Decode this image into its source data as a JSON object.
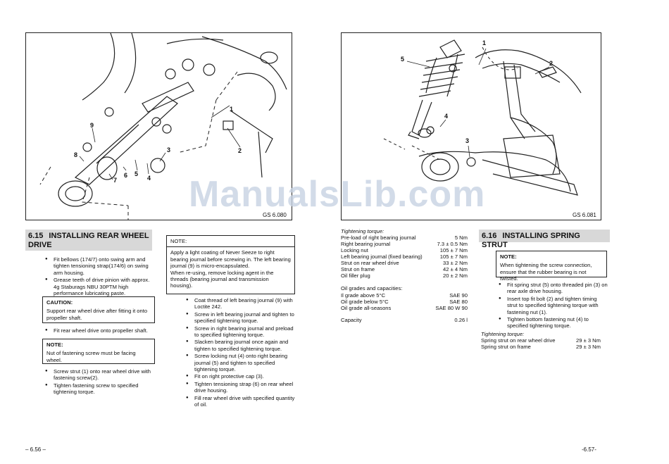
{
  "watermark": "ManualsLib.com",
  "left_page": {
    "figure": {
      "caption": "GS 6.080",
      "callouts": [
        "1",
        "2",
        "3",
        "4",
        "5",
        "6",
        "7",
        "8",
        "9"
      ]
    },
    "section": {
      "number": "6.15",
      "title": "INSTALLING REAR WHEEL DRIVE"
    },
    "col1": {
      "bullets1": [
        "Fit bellows (174/7) onto swing arm and tighten tensioning strap(174/6) on swing arm housing.",
        "Grease teeth of drive pinion with approx. 4g Staburags NBU 30PTM high performance lubricating paste."
      ],
      "caution_title": "CAUTION:",
      "caution_text": "Support rear wheel drive after fitting it onto propeller shaft.",
      "bullets2": [
        "Fit rear wheel drive onto propeller shaft."
      ],
      "note_title": "NOTE:",
      "note_text": "Nut of fastening screw must be facing wheel.",
      "bullets3": [
        "Screw strut (1) onto rear wheel drive with fastening screw(2).",
        "Tighten fastening screw to specified tightening torque."
      ]
    },
    "col2": {
      "note_title": "NOTE:",
      "note_p1": "Apply a light coating of Never Seeze to right bearing journal before screwing in. The left bearing journal (9) is micro-encapsulated.",
      "note_p2": "When re-using, remove locking agent in the threads (bearing journal and transmission housing).",
      "bullets": [
        "Coat thread of left bearing journal (9) with Loctite 242.",
        "Screw in left bearing journal and tighten to specified tightening torque.",
        "Screw in right bearing journal and preload to specified tightening torque.",
        "Slacken bearing journal once again and tighten to specified tightening torque.",
        "Screw locking nut (4) onto right bearing journal (5) and tighten to specified tightening torque.",
        "Fit on right protective cap (3).",
        "Tighten tensioning strap (6) on rear wheel drive housing.",
        "Fill rear wheel drive with specified quantity of oil."
      ]
    },
    "page_number": "– 6.56 –"
  },
  "right_page": {
    "figure": {
      "caption": "GS 6.081",
      "callouts": [
        "1",
        "2",
        "3",
        "4",
        "5"
      ]
    },
    "torque": {
      "title": "Tightening torque:",
      "rows": [
        {
          "label": "Pre-load of right bearing journal",
          "value": "5 Nm"
        },
        {
          "label": "Right bearing journal",
          "value": "7.3 ± 0.5 Nm"
        },
        {
          "label": "Locking nut",
          "value": "105 ± 7 Nm"
        },
        {
          "label": "Left bearing journal (fixed bearing)",
          "value": "105 ± 7 Nm"
        },
        {
          "label": "Strut on rear wheel drive",
          "value": "33 ± 2 Nm"
        },
        {
          "label": "Strut on frame",
          "value": "42 ± 4 Nm"
        },
        {
          "label": "Oil filler plug",
          "value": "20 ± 2 Nm"
        }
      ]
    },
    "oil": {
      "title": "Oil grades and capacities:",
      "rows": [
        {
          "label": "Il grade above 5°C",
          "value": "SAE 90"
        },
        {
          "label": "Oil grade below 5°C",
          "value": "SAE 80"
        },
        {
          "label": "Oil grade all-seasons",
          "value": "SAE 80 W 90"
        }
      ],
      "capacity_label": "Capacity",
      "capacity_value": "0.26 l"
    },
    "section": {
      "number": "6.16",
      "title": "INSTALLING SPRING STRUT"
    },
    "note_title": "NOTE:",
    "note_text": "When tightening the screw connection, ensure that the rubber bearing is not twisted.",
    "bullets": [
      "Fit spring strut (5) onto threaded pin (3) on rear axle drive housing.",
      "Insert top fit bolt (2) and tighten timing strut to specified tightening torque with fastening nut (1).",
      "Tighten bottom fastening nut (4) to specified tightening torque."
    ],
    "torque2": {
      "title": "Tightening torque:",
      "rows": [
        {
          "label": "Spring strut on rear wheel drive",
          "value": "29 ± 3 Nm"
        },
        {
          "label": "Spring strut on frame",
          "value": "29 ± 3 Nm"
        }
      ]
    },
    "page_number": "-6.57-"
  }
}
